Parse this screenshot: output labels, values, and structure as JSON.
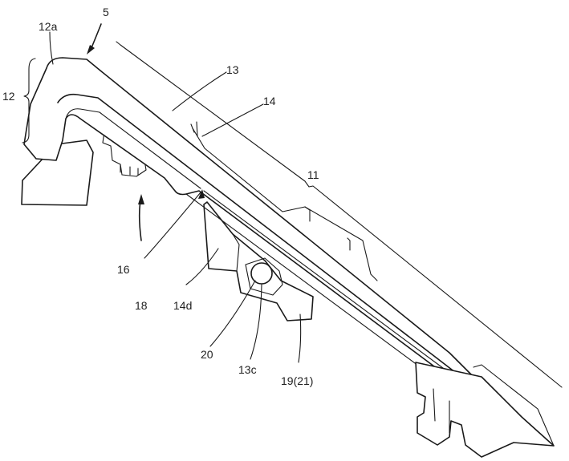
{
  "figure": {
    "labels": {
      "l5": "5",
      "l12a": "12a",
      "l12": "12",
      "l13": "13",
      "l14": "14",
      "l11": "11",
      "l16": "16",
      "l18": "18",
      "l14d": "14d",
      "l20": "20",
      "l13c": "13c",
      "l1921": "19(21)"
    }
  }
}
